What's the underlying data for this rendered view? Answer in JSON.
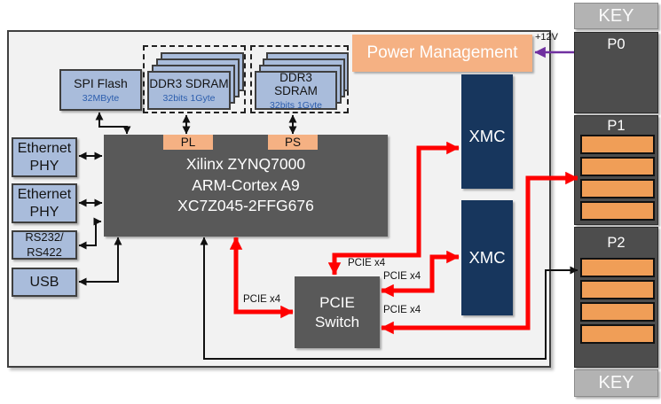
{
  "modules": {
    "spi_flash": {
      "title": "SPI Flash",
      "subtitle": "32MByte"
    },
    "ddr3_bank_a": {
      "title": "DDR3 SDRAM",
      "subtitle": "32bits 1Gyte"
    },
    "ddr3_bank_b": {
      "title": "DDR3 SDRAM",
      "subtitle": "32bits 1Gyte"
    },
    "power_management": "Power Management",
    "power_input": "+12V",
    "pl_port": "PL",
    "ps_port": "PS",
    "zynq": {
      "line1": "Xilinx ZYNQ7000",
      "line2": "ARM-Cortex A9",
      "line3": "XC7Z045-2FFG676"
    },
    "ethernet_phy_1": "Ethernet\nPHY",
    "ethernet_phy_2": "Ethernet\nPHY",
    "rs232_rs422": "RS232/\nRS422",
    "usb": "USB",
    "xmc_site_1": "XMC",
    "xmc_site_2": "XMC",
    "pcie_switch": "PCIE\nSwitch"
  },
  "pcie_links": {
    "zynq_to_switch": "PCIE x4",
    "switch_to_xmc1": "PCIE x4",
    "switch_to_xmc2": "PCIE x4",
    "switch_to_p1": "PCIE x4"
  },
  "backplane": {
    "key_top": "KEY",
    "key_bottom": "KEY",
    "p0": {
      "label": "P0",
      "slots": 0
    },
    "p1": {
      "label": "P1",
      "slots": 4
    },
    "p2": {
      "label": "P2",
      "slots": 4
    }
  },
  "colors": {
    "board_fill": "#F2F2F2",
    "module_blue": "#A9BCDB",
    "chip_gray": "#595959",
    "xmc_navy": "#17365D",
    "orange": "#F5B183",
    "slot_orange": "#F09E57",
    "backplane_gray": "#4D4D4D",
    "key_gray": "#B3B3B3",
    "pcie_red": "#FF0000",
    "power_purple": "#7030A0",
    "subtitle_blue": "#2B5DAD"
  }
}
